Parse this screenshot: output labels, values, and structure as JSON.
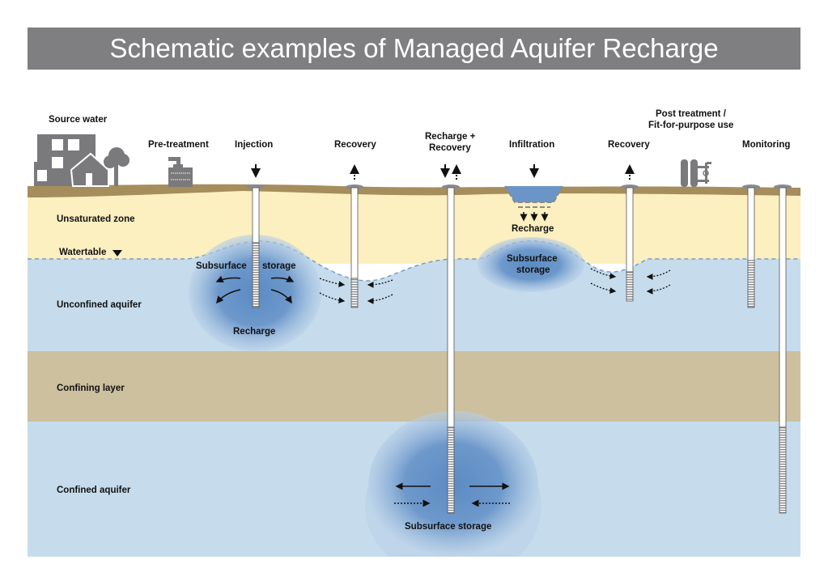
{
  "title": "Schematic examples of Managed Aquifer Recharge",
  "colors": {
    "title_bg": "#7f7f81",
    "ground_surface": "#a68d5c",
    "unsaturated_zone": "#fcefc0",
    "unconfined_aquifer": "#c6dcec",
    "confining_layer": "#cdc09f",
    "confined_aquifer": "#c6dcec",
    "storage_plume": "#5b8bc3",
    "watertable_line": "#7a9cc4",
    "icon_gray": "#7a7a7c"
  },
  "top_labels": {
    "source_water": "Source water",
    "pre_treatment": "Pre-treatment",
    "injection": "Injection",
    "recovery_1": "Recovery",
    "recharge_recovery_line1": "Recharge +",
    "recharge_recovery_line2": "Recovery",
    "infiltration": "Infiltration",
    "recovery_2": "Recovery",
    "post_treatment_line1": "Post treatment /",
    "post_treatment_line2": "Fit-for-purpose use",
    "monitoring": "Monitoring"
  },
  "layers": {
    "unsaturated_zone": "Unsaturated zone",
    "watertable": "Watertable",
    "unconfined_aquifer": "Unconfined aquifer",
    "confining_layer": "Confining layer",
    "confined_aquifer": "Confined aquifer"
  },
  "annotations": {
    "injection_storage_left": "Subsurface",
    "injection_storage_right": "storage",
    "injection_recharge": "Recharge",
    "infiltration_recharge": "Recharge",
    "infiltration_storage_line1": "Subsurface",
    "infiltration_storage_line2": "storage",
    "confined_storage": "Subsurface storage"
  },
  "icons": {
    "source_water": "buildings-house-tree-icon",
    "pre_treatment": "treatment-unit-icon",
    "post_treatment": "tanks-tap-icon",
    "watertable_marker": "triangle-down-icon"
  }
}
